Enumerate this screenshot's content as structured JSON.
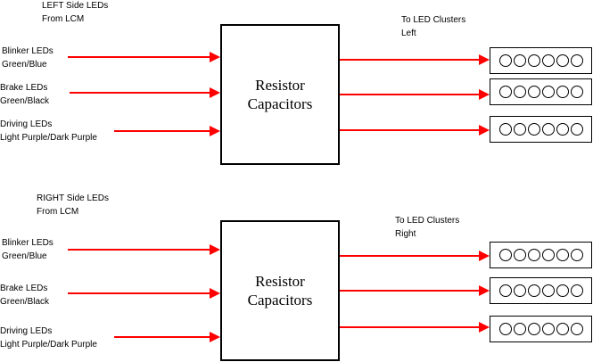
{
  "groups": [
    {
      "side_label": [
        "LEFT Side LEDs",
        "From LCM"
      ],
      "box_label": [
        "Resistor",
        "Capacitors"
      ],
      "output_label": [
        "To LED Clusters",
        "Left"
      ],
      "inputs": [
        {
          "lines": [
            "Blinker LEDs",
            "Green/Blue"
          ]
        },
        {
          "lines": [
            "Brake LEDs",
            "Green/Black"
          ]
        },
        {
          "lines": [
            "Driving LEDs",
            "Light Purple/Dark Purple"
          ]
        }
      ],
      "clusters": [
        {
          "led_count": 6
        },
        {
          "led_count": 6
        },
        {
          "led_count": 6
        }
      ]
    },
    {
      "side_label": [
        "RIGHT Side LEDs",
        "From LCM"
      ],
      "box_label": [
        "Resistor",
        "Capacitors"
      ],
      "output_label": [
        "To LED Clusters",
        "Right"
      ],
      "inputs": [
        {
          "lines": [
            "Blinker LEDs",
            "Green/Blue"
          ]
        },
        {
          "lines": [
            "Brake LEDs",
            "Green/Black"
          ]
        },
        {
          "lines": [
            "Driving LEDs",
            "Light Purple/Dark Purple"
          ]
        }
      ],
      "clusters": [
        {
          "led_count": 6
        },
        {
          "led_count": 6
        },
        {
          "led_count": 6
        }
      ]
    }
  ],
  "colors": {
    "wire": "#ff0000",
    "stroke": "#000000"
  }
}
